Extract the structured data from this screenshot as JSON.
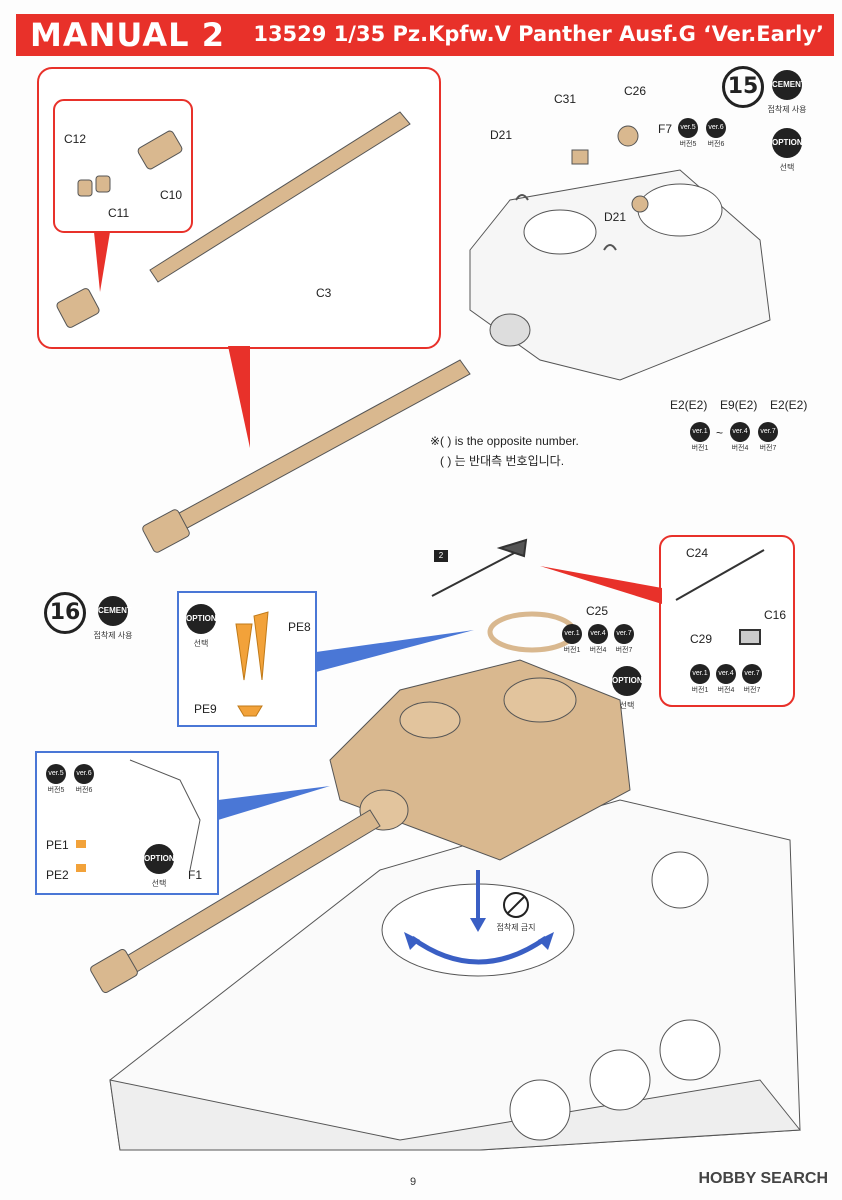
{
  "header": {
    "manual_label": "MANUAL 2",
    "product_title": "13529 1/35 Pz.Kpfw.V Panther Ausf.G ‘Ver.Early’"
  },
  "colors": {
    "header_red": "#e8312a",
    "callout_blue": "#4a77d6",
    "part_tan": "#d9b88f",
    "option_orange": "#f2a23a"
  },
  "step15": {
    "number": "15",
    "cement_badge": "CEMENT",
    "cement_caption": "접착제 사용",
    "option_badge": "OPTION",
    "option_caption": "선택",
    "parts": {
      "c12": "C12",
      "c11": "C11",
      "c10": "C10",
      "c3": "C3",
      "c31": "C31",
      "c26": "C26",
      "d21a": "D21",
      "d21b": "D21",
      "f7": "F7",
      "e2a": "E2(E2)",
      "e9": "E9(E2)",
      "e2b": "E2(E2)"
    },
    "f7_versions": [
      {
        "badge": "ver.5",
        "caption": "버전5"
      },
      {
        "badge": "ver.6",
        "caption": "버전6"
      }
    ],
    "e_versions": [
      {
        "badge": "ver.1",
        "caption": "버전1"
      },
      {
        "badge": "ver.4",
        "caption": "버전4"
      },
      {
        "badge": "ver.7",
        "caption": "버전7"
      }
    ],
    "tilde": "~",
    "note_en": "※( ) is the opposite number.",
    "note_ko": "( ) 는 반대측 번호입니다."
  },
  "step16": {
    "number": "16",
    "cement_badge": "CEMENT",
    "cement_caption": "접착제 사용",
    "no_cement_caption": "접착제 금지",
    "small_step": "2",
    "parts": {
      "pe8": "PE8",
      "pe9": "PE9",
      "pe1": "PE1",
      "pe2": "PE2",
      "f1": "F1",
      "c24": "C24",
      "c29": "C29",
      "c16": "C16",
      "c25": "C25"
    },
    "pe_option_badge": "OPTION",
    "pe_option_caption": "선택",
    "f1_versions": [
      {
        "badge": "ver.5",
        "caption": "버전5"
      },
      {
        "badge": "ver.6",
        "caption": "버전6"
      }
    ],
    "f1_option_badge": "OPTION",
    "f1_option_caption": "선택",
    "c25_versions": [
      {
        "badge": "ver.1",
        "caption": "버전1"
      },
      {
        "badge": "ver.4",
        "caption": "버전4"
      },
      {
        "badge": "ver.7",
        "caption": "버전7"
      }
    ],
    "c25_option_badge": "OPTION",
    "c25_option_caption": "선택",
    "mg_versions": [
      {
        "badge": "ver.1",
        "caption": "버전1"
      },
      {
        "badge": "ver.4",
        "caption": "버전4"
      },
      {
        "badge": "ver.7",
        "caption": "버전7"
      }
    ]
  },
  "footer": {
    "page_number": "9",
    "watermark": "HOBBY SEARCH"
  }
}
